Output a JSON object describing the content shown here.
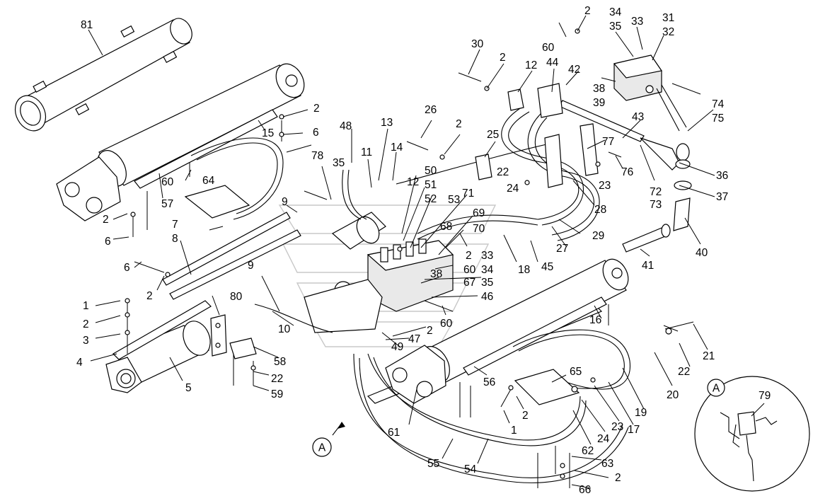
{
  "diagram": {
    "callouts": [
      "1",
      "2",
      "3",
      "4",
      "5",
      "6",
      "7",
      "8",
      "9",
      "10",
      "11",
      "12",
      "13",
      "14",
      "15",
      "16",
      "17",
      "18",
      "19",
      "20",
      "21",
      "22",
      "23",
      "24",
      "25",
      "26",
      "27",
      "28",
      "29",
      "30",
      "31",
      "32",
      "33",
      "34",
      "35",
      "36",
      "37",
      "38",
      "39",
      "40",
      "41",
      "42",
      "43",
      "44",
      "45",
      "46",
      "47",
      "48",
      "49",
      "50",
      "51",
      "52",
      "53",
      "54",
      "55",
      "56",
      "57",
      "58",
      "59",
      "60",
      "61",
      "62",
      "63",
      "64",
      "65",
      "66",
      "67",
      "68",
      "69",
      "70",
      "71",
      "72",
      "73",
      "74",
      "75",
      "76",
      "77",
      "78",
      "79",
      "80",
      "81"
    ],
    "view_marker": "A",
    "detail_view": {
      "label": "A",
      "part": "79"
    }
  }
}
